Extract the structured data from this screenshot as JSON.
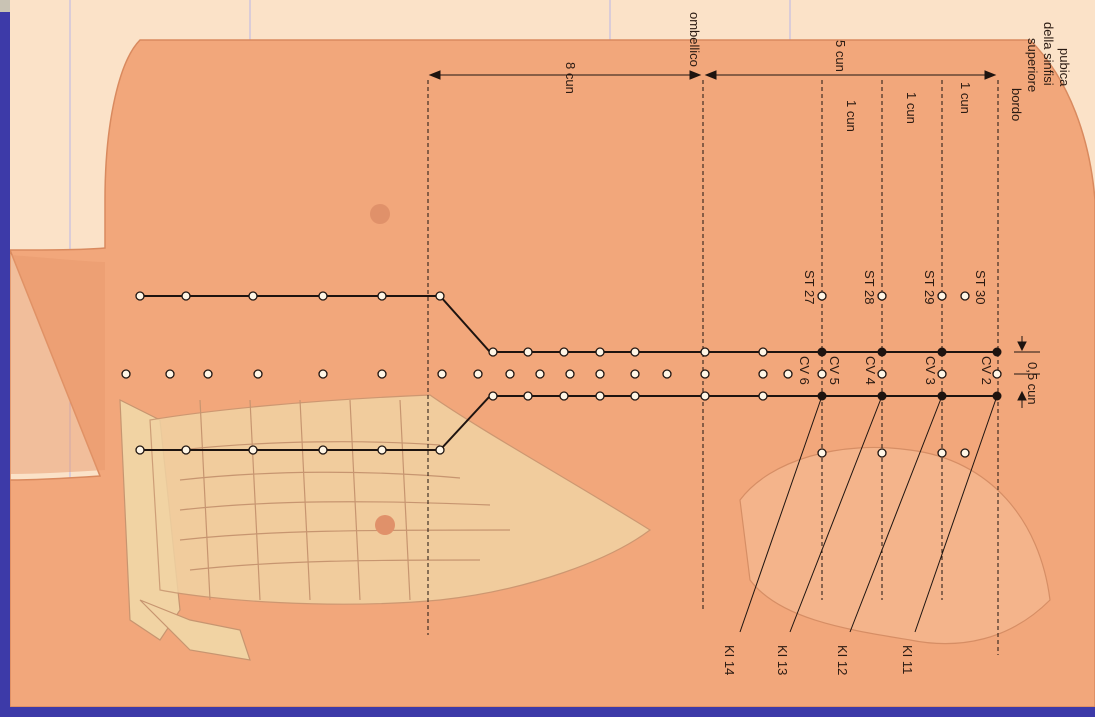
{
  "labels": {
    "dist_8cun": "8 cun",
    "ombellico": "ombellico",
    "dist_5cun": "5 cun",
    "dist_1cun_a": "1 cun",
    "dist_1cun_b": "1 cun",
    "dist_1cun_c": "1 cun",
    "bordo_1": "bordo",
    "bordo_2": "superiore",
    "bordo_3": "della sinfisi",
    "bordo_4": "pubica",
    "st27": "ST 27",
    "st28": "ST 28",
    "st29": "ST 29",
    "st30": "ST 30",
    "cv6": "CV 6",
    "cv5": "CV 5",
    "cv4": "CV 4",
    "cv3": "CV 3",
    "cv2": "CV 2",
    "half_cun": "0,5 cun",
    "ki14": "KI 14",
    "ki13": "KI 13",
    "ki12": "KI 12",
    "ki11": "KI 11"
  },
  "colors": {
    "frame": "#3d3aa8",
    "background": "#fbe2c8",
    "skin": "#f2a77b",
    "ribs": "#f1d3a3",
    "line": "#1e1410",
    "point_fill": "#fff6e6"
  }
}
